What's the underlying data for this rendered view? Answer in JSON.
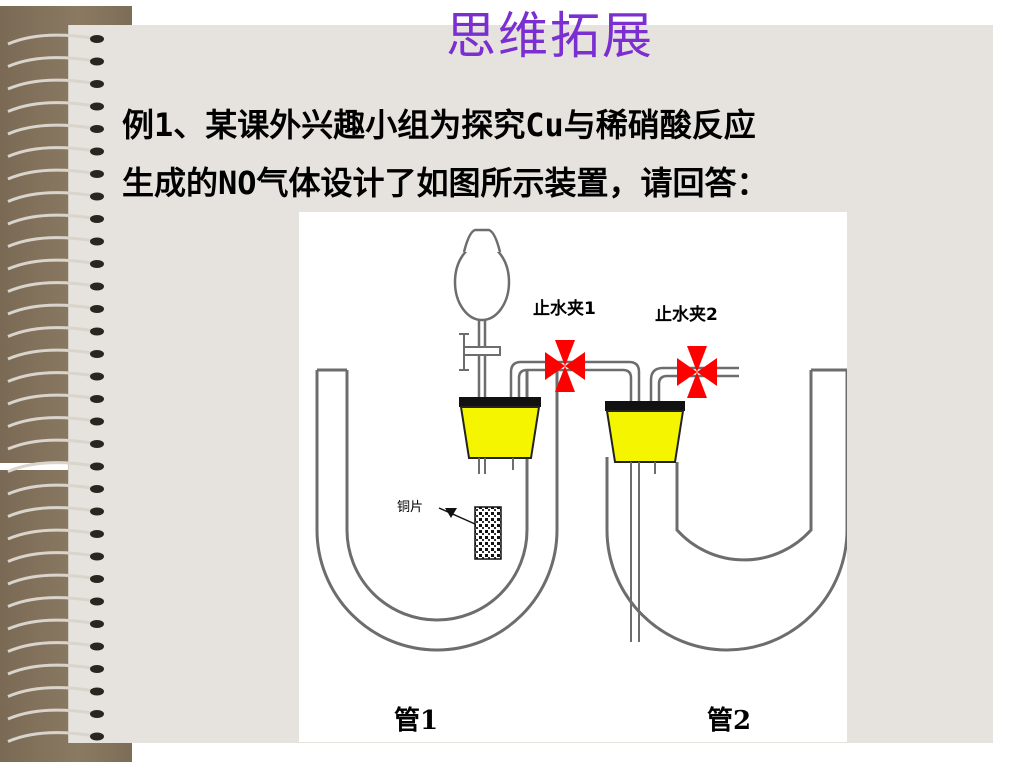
{
  "slide": {
    "title": "思维拓展",
    "question_line1": "例1、某课外兴趣小组为探究Cu与稀硝酸反应",
    "question_line2": "生成的NO气体设计了如图所示装置，请回答："
  },
  "figure": {
    "clamp1_label": "止水夹1",
    "clamp2_label": "止水夹2",
    "copper_label": "铜片",
    "tube1_label": "管1",
    "tube2_label": "管2"
  },
  "colors": {
    "title": "#7b2fd1",
    "stopper": "#f5f500",
    "clamp": "#ff0000",
    "paper": "#e6e3de"
  }
}
